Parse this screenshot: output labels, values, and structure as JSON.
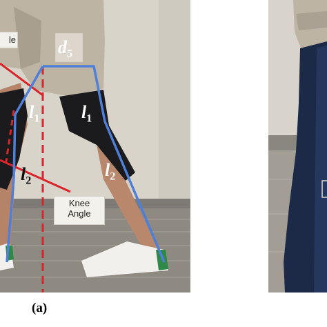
{
  "panel_a": {
    "caption": "(a)",
    "angle_label_partial": "le",
    "knee_angle_label": [
      "Knee",
      "Angle"
    ],
    "segments": {
      "d5": {
        "base": "d",
        "sub": "5"
      },
      "l1_left": {
        "base": "l",
        "sub": "1"
      },
      "l1_right": {
        "base": "l",
        "sub": "1"
      },
      "l2_left": {
        "base": "l",
        "sub": "2"
      },
      "l2_right": {
        "base": "l",
        "sub": "2"
      }
    }
  },
  "colors": {
    "skeleton_blue": "#4f7fd6",
    "angle_red": "#d8242a",
    "brace_black": "#1b1b1d",
    "sleeve_navy": "#1c2a48",
    "shorts_khaki": "#bdb4a4",
    "floor_gray": "#8e8a82"
  }
}
